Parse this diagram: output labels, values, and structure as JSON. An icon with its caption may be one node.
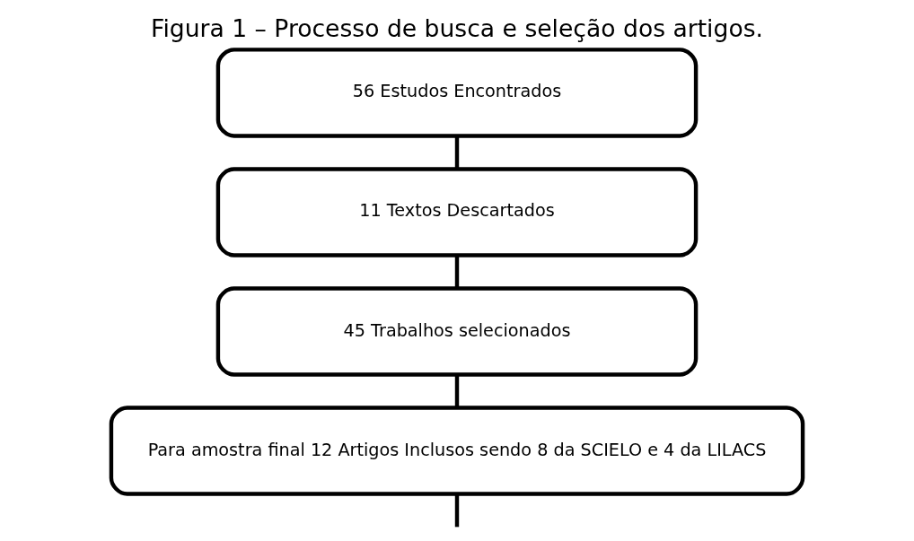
{
  "diagram": {
    "title": "Figura 1 – Processo de busca e seleção dos artigos.",
    "nodes": [
      {
        "text": [
          "56 Estudos Encontrados"
        ]
      },
      {
        "text": [
          "11 Textos Descartados"
        ]
      },
      {
        "text": [
          "45 Trabalhos selecionados"
        ]
      },
      {
        "text": [
          "Para amostra final 12 Artigos Inclusos sendo 8 da SCIELO e 4 da LILACS"
        ]
      }
    ],
    "edges": [
      {
        "from": 0,
        "to": 1,
        "arrow": "none"
      },
      {
        "from": 1,
        "to": 2,
        "arrow": "none"
      },
      {
        "from": 2,
        "to": 3,
        "arrow": "none"
      },
      {
        "from": 3,
        "to": null,
        "arrow": "none"
      }
    ]
  }
}
